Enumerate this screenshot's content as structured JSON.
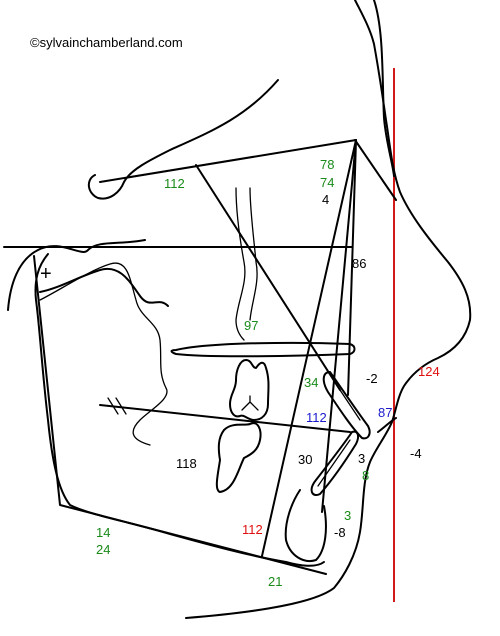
{
  "copyright": "©sylvainchamberland.com",
  "colors": {
    "green": "#1a8a1a",
    "black": "#000000",
    "red": "#e01010",
    "blue": "#1a1acc",
    "line": "#000000",
    "vertical_line": "#d11a1a"
  },
  "markers": {
    "sella": "+"
  },
  "measurements": [
    {
      "id": "m78",
      "text": "78",
      "color": "green"
    },
    {
      "id": "m74",
      "text": "74",
      "color": "green"
    },
    {
      "id": "m4",
      "text": "4",
      "color": "black"
    },
    {
      "id": "m112top",
      "text": "112",
      "color": "green"
    },
    {
      "id": "m86",
      "text": "86",
      "color": "black"
    },
    {
      "id": "m97",
      "text": "97",
      "color": "green"
    },
    {
      "id": "m34",
      "text": "34",
      "color": "green"
    },
    {
      "id": "mneg2",
      "text": "-2",
      "color": "black"
    },
    {
      "id": "m124",
      "text": "124",
      "color": "red"
    },
    {
      "id": "m112blue",
      "text": "112",
      "color": "blue"
    },
    {
      "id": "m87",
      "text": "87",
      "color": "blue"
    },
    {
      "id": "m118",
      "text": "118",
      "color": "black"
    },
    {
      "id": "m30",
      "text": "30",
      "color": "black"
    },
    {
      "id": "m3a",
      "text": "3",
      "color": "black"
    },
    {
      "id": "m8",
      "text": "8",
      "color": "green"
    },
    {
      "id": "mneg4",
      "text": "-4",
      "color": "black"
    },
    {
      "id": "m3b",
      "text": "3",
      "color": "green"
    },
    {
      "id": "mneg8",
      "text": "-8",
      "color": "black"
    },
    {
      "id": "m14",
      "text": "14",
      "color": "green"
    },
    {
      "id": "m24",
      "text": "24",
      "color": "green"
    },
    {
      "id": "m112red",
      "text": "112",
      "color": "red"
    },
    {
      "id": "m21",
      "text": "21",
      "color": "green"
    }
  ]
}
